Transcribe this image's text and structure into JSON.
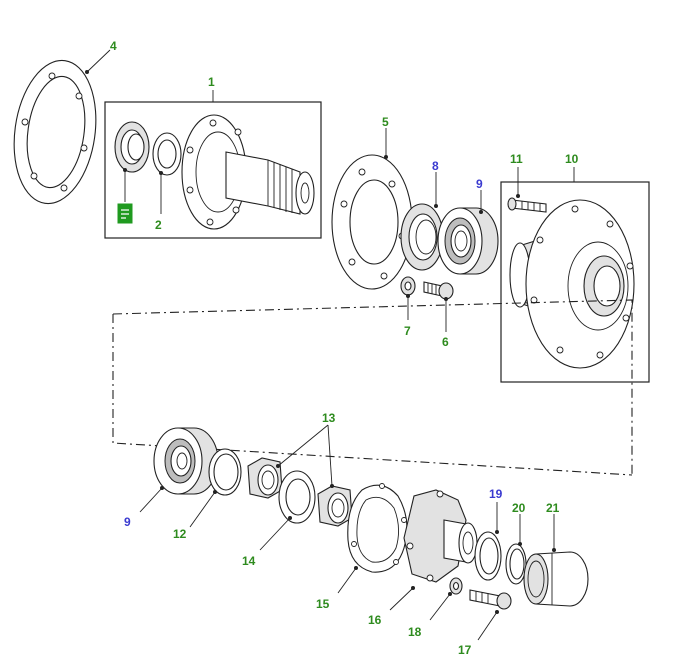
{
  "colors": {
    "callout_green": "#2e8b1e",
    "callout_blue": "#3a3ad0",
    "badge_green": "#1f9a1f",
    "line": "#222222"
  },
  "callouts": [
    {
      "id": "c1",
      "label": "1",
      "color": "green"
    },
    {
      "id": "c2",
      "label": "2",
      "color": "green"
    },
    {
      "id": "c4",
      "label": "4",
      "color": "green"
    },
    {
      "id": "c5",
      "label": "5",
      "color": "green"
    },
    {
      "id": "c6",
      "label": "6",
      "color": "green"
    },
    {
      "id": "c7",
      "label": "7",
      "color": "green"
    },
    {
      "id": "c8",
      "label": "8",
      "color": "blue"
    },
    {
      "id": "c9a",
      "label": "9",
      "color": "blue"
    },
    {
      "id": "c9b",
      "label": "9",
      "color": "blue"
    },
    {
      "id": "c10",
      "label": "10",
      "color": "green"
    },
    {
      "id": "c11",
      "label": "11",
      "color": "green"
    },
    {
      "id": "c12",
      "label": "12",
      "color": "green"
    },
    {
      "id": "c13",
      "label": "13",
      "color": "green"
    },
    {
      "id": "c14",
      "label": "14",
      "color": "green"
    },
    {
      "id": "c15",
      "label": "15",
      "color": "green"
    },
    {
      "id": "c16",
      "label": "16",
      "color": "green"
    },
    {
      "id": "c17",
      "label": "17",
      "color": "green"
    },
    {
      "id": "c18",
      "label": "18",
      "color": "green"
    },
    {
      "id": "c19",
      "label": "19",
      "color": "blue"
    },
    {
      "id": "c20",
      "label": "20",
      "color": "green"
    },
    {
      "id": "c21",
      "label": "21",
      "color": "green"
    }
  ],
  "badge": {
    "icon": "kit-badge-icon"
  }
}
